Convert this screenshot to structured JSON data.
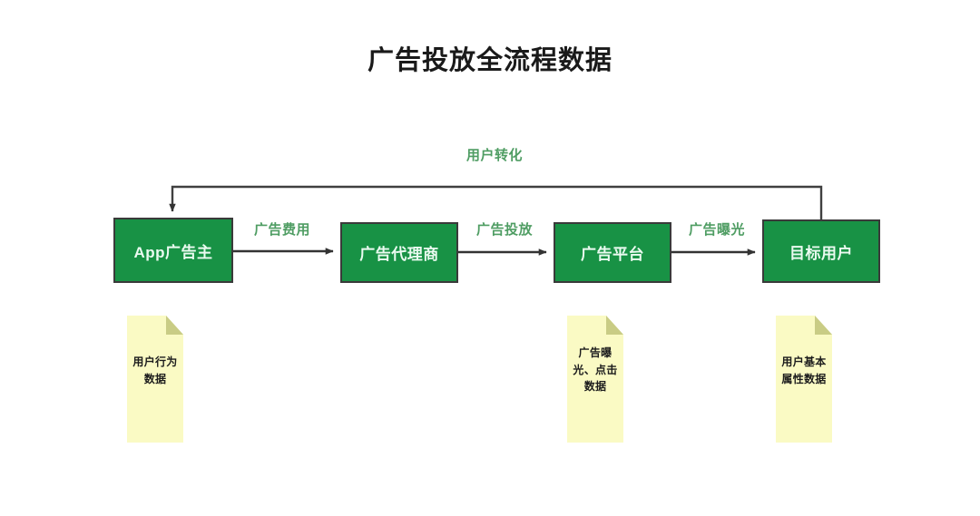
{
  "diagram": {
    "title": "广告投放全流程数据",
    "background_color": "#ffffff",
    "box_fill_color": "#189245",
    "box_border_color": "#3a3a3a",
    "box_text_color": "#eafaf0",
    "edge_label_color": "#4f9d63",
    "note_fill_color": "#fafac4",
    "note_fold_color": "#c9cc85",
    "connector_color": "#404040",
    "nodes": [
      {
        "id": "advertiser",
        "label": "App广告主"
      },
      {
        "id": "agency",
        "label": "广告代理商"
      },
      {
        "id": "platform",
        "label": "广告平台"
      },
      {
        "id": "audience",
        "label": "目标用户"
      }
    ],
    "edges": [
      {
        "id": "fee",
        "from": "advertiser",
        "to": "agency",
        "label": "广告费用"
      },
      {
        "id": "delivery",
        "from": "agency",
        "to": "platform",
        "label": "广告投放"
      },
      {
        "id": "impression",
        "from": "platform",
        "to": "audience",
        "label": "广告曝光"
      },
      {
        "id": "conversion",
        "from": "audience",
        "to": "advertiser",
        "label": "用户转化"
      }
    ],
    "notes": [
      {
        "id": "behavior",
        "attached_to": "advertiser",
        "lines": [
          "用户行为",
          "数据"
        ]
      },
      {
        "id": "exposure",
        "attached_to": "platform",
        "lines": [
          "广告曝",
          "光、点击",
          "数据"
        ]
      },
      {
        "id": "profile",
        "attached_to": "audience",
        "lines": [
          "用户基本",
          "属性数据"
        ]
      }
    ]
  }
}
